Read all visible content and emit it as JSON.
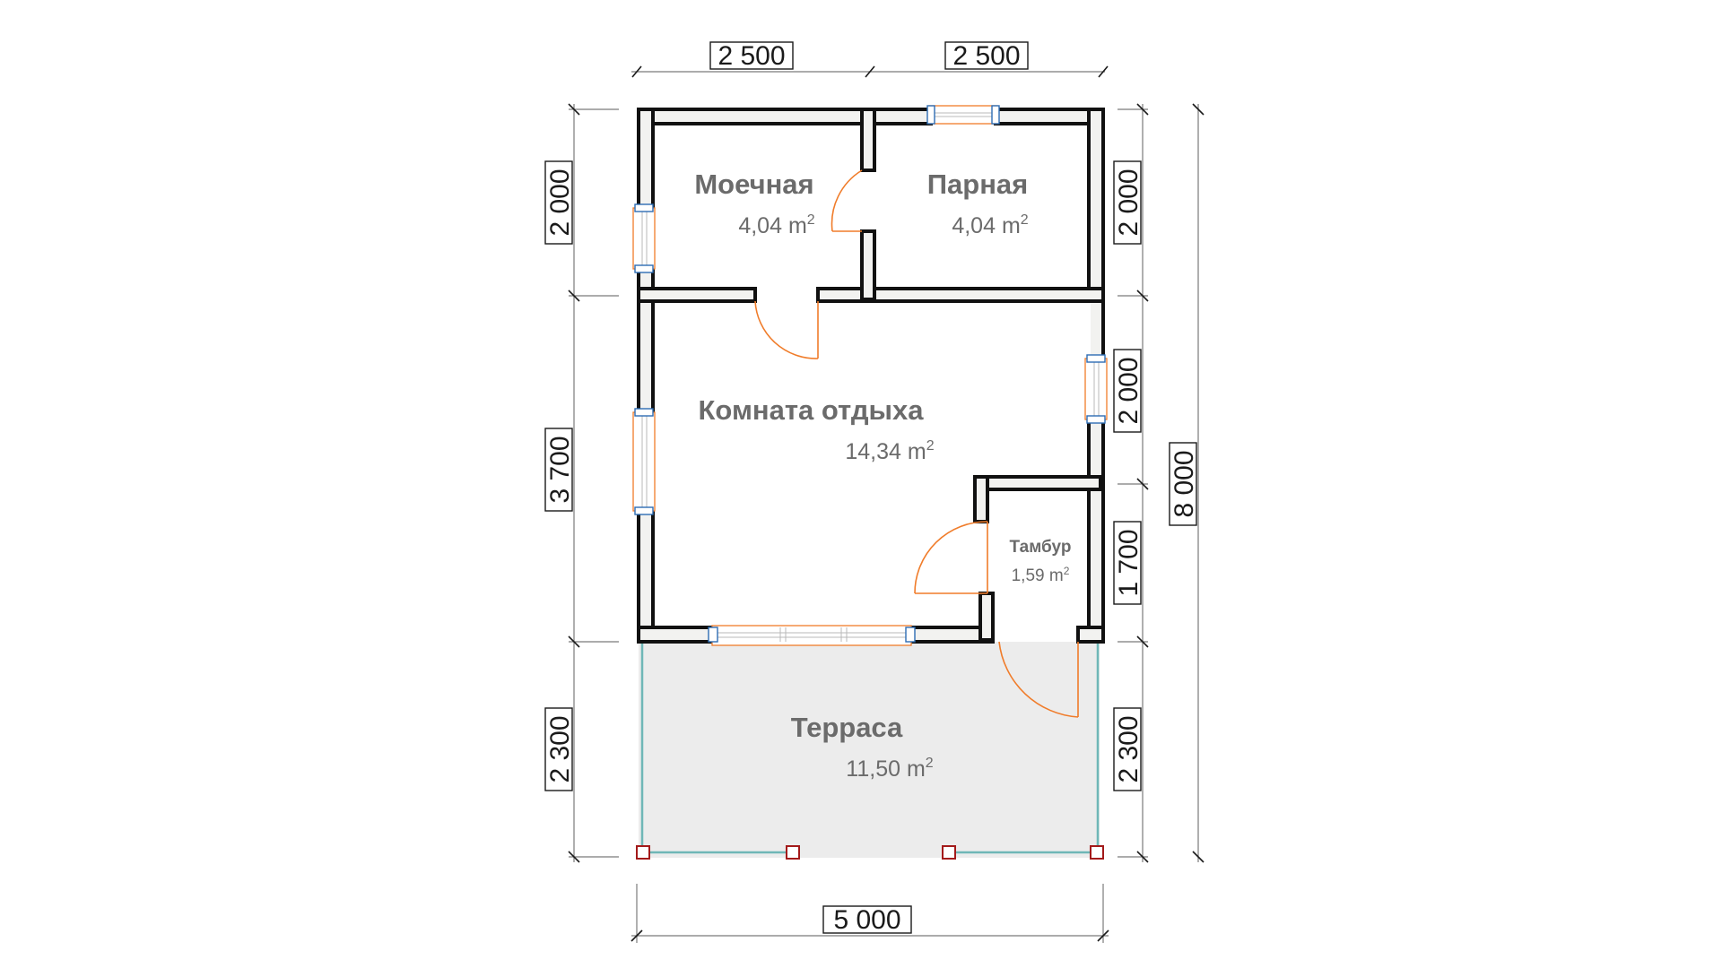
{
  "rooms": [
    {
      "name": "Моечная",
      "area": "4,04",
      "unit": "m",
      "sup": "2"
    },
    {
      "name": "Парная",
      "area": "4,04",
      "unit": "m",
      "sup": "2"
    },
    {
      "name": "Комната отдыха",
      "area": "14,34",
      "unit": "m",
      "sup": "2"
    },
    {
      "name": "Тамбур",
      "area": "1,59",
      "unit": "m",
      "sup": "2"
    },
    {
      "name": "Терраса",
      "area": "11,50",
      "unit": "m",
      "sup": "2"
    }
  ],
  "dimensions": {
    "top": [
      "2 500",
      "2 500"
    ],
    "left": [
      "2 000",
      "3 700",
      "2 300"
    ],
    "right": [
      "2 000",
      "2 000",
      "1 700",
      "2 300"
    ],
    "overall_height": "8 000",
    "bottom": "5 000"
  },
  "colors": {
    "wall_fill": "#f2f2f0",
    "wall_outline": "#111111",
    "door": "#f07c2a",
    "terrace": "#ececec",
    "railing": "#6fb7b7",
    "post": "#a31a1a",
    "label": "#6b6b6b"
  }
}
